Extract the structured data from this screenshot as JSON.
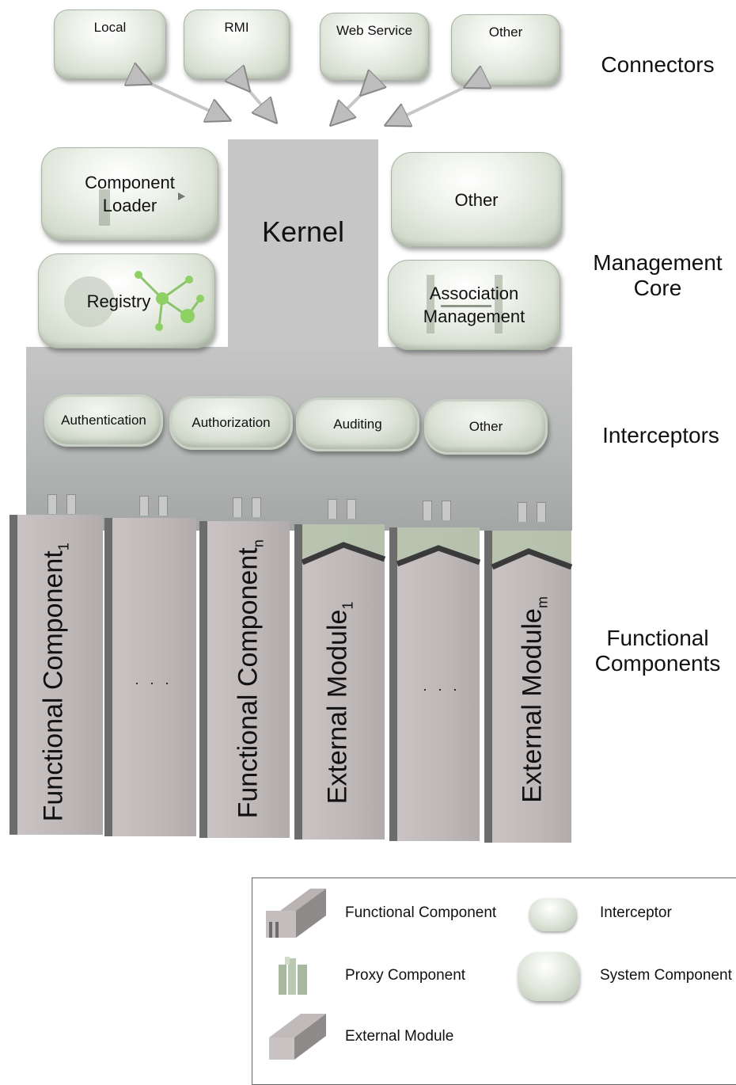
{
  "connectors": {
    "label": "Connectors",
    "items": [
      "Local",
      "RMI",
      "Web Service",
      "Other"
    ]
  },
  "management_core": {
    "label_line1": "Management",
    "label_line2": "Core",
    "kernel": "Kernel",
    "component_loader_line1": "Component",
    "component_loader_line2": "Loader",
    "registry": "Registry",
    "other": "Other",
    "association_line1": "Association",
    "association_line2": "Management"
  },
  "interceptors": {
    "label": "Interceptors",
    "items": [
      "Authentication",
      "Authorization",
      "Auditing",
      "Other"
    ]
  },
  "functional_components": {
    "label_line1": "Functional",
    "label_line2": "Components",
    "columns": [
      {
        "text": "Functional Component",
        "sub": "1"
      },
      {
        "text": "· · ·",
        "sub": ""
      },
      {
        "text": "Functional Component",
        "sub": "n"
      },
      {
        "text": "External Module",
        "sub": "1"
      },
      {
        "text": "· · ·",
        "sub": ""
      },
      {
        "text": "External Module",
        "sub": "m"
      }
    ]
  },
  "legend": {
    "functional_component": "Functional Component",
    "interceptor": "Interceptor",
    "proxy_component": "Proxy Component",
    "system_component": "System Component",
    "external_module": "External Module"
  },
  "colors": {
    "pill_green": "#d3dccd",
    "kernel_gray": "#c6c6c6",
    "column_gray": "#bdb7b7",
    "proxy_green": "#a3b39a"
  }
}
